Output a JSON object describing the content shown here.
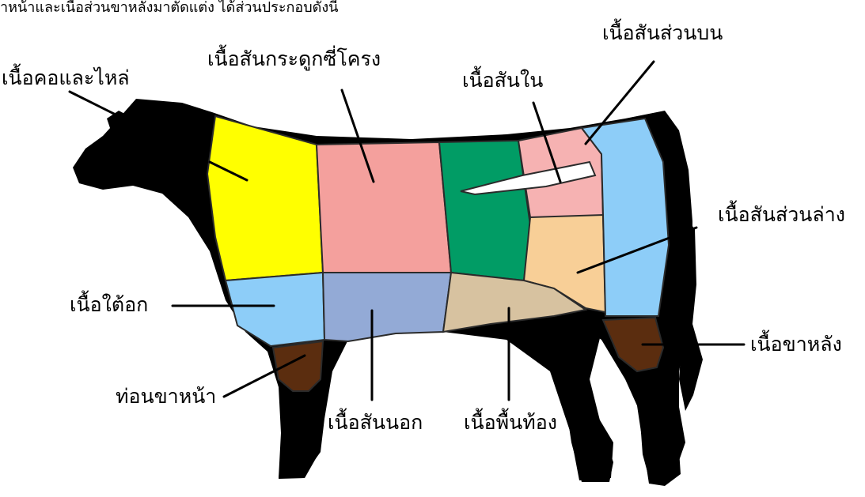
{
  "caption": "าหน้าและเนื้อส่วนขาหลังมาตัดแต่ง ได้ส่วนประกอบดังนี้",
  "labels": {
    "neck_shoulder": "เนื้อคอและไหล่",
    "rib": "เนื้อสันกระดูกซี่โครง",
    "tenderloin": "เนื้อสันใน",
    "top_sirloin": "เนื้อสันส่วนบน",
    "bottom_sirloin": "เนื้อสันส่วนล่าง",
    "brisket": "เนื้อใต้อก",
    "fore_shank": "ท่อนขาหน้า",
    "outside_loin": "เนื้อสันนอก",
    "flank": "เนื้อพื้นท้อง",
    "hind_shank": "เนื้อขาหลัง"
  },
  "colors": {
    "body": "#000000",
    "neck_shoulder": "#ffff00",
    "rib": "#f4a09d",
    "loin": "#019c65",
    "top_sirloin": "#f6b2b2",
    "tenderloin": "#ffffff",
    "bottom_sirloin": "#f8cf97",
    "round": "#8dcdf8",
    "brisket": "#8dcdf8",
    "outside_loin": "#93aad6",
    "flank": "#d7c2a0",
    "shank": "#5b2d0f"
  }
}
